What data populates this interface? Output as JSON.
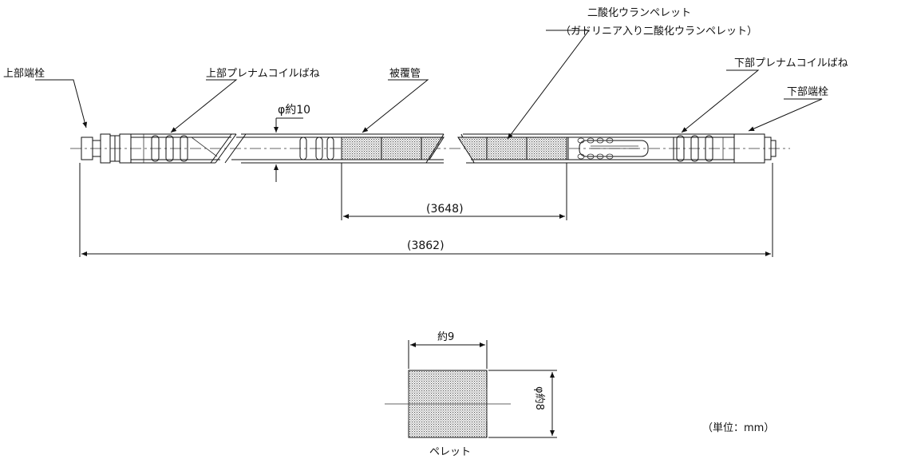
{
  "labels": {
    "upper_end_plug": "上部端栓",
    "upper_plenum_spring": "上部プレナムコイルばね",
    "cladding_tube": "被覆管",
    "uo2_pellet": "二酸化ウランペレット",
    "gd_pellet": "（ガドリニア入り二酸化ウランペレット）",
    "lower_plenum_spring": "下部プレナムコイルばね",
    "lower_end_plug": "下部端栓"
  },
  "dimensions": {
    "rod_diameter": "φ約10",
    "fuel_stack_length": "(3648)",
    "total_length": "(3862)",
    "pellet_width": "約9",
    "pellet_diameter": "φ約8"
  },
  "pellet_caption": "ペレット",
  "unit_note": "（単位：mm）"
}
